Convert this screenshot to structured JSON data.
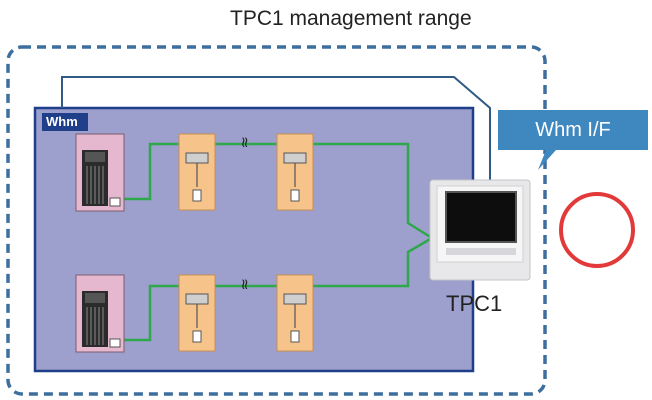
{
  "diagram": {
    "range_title": "TPC1 management range",
    "whm_label": "Whm",
    "whm_if_label": "Whm I/F",
    "tpc_label": "TPC1",
    "wave_symbol": "≈"
  },
  "colors": {
    "dashed_border": "#3d6f9e",
    "whm_fill": "#9d9fcc",
    "whm_border": "#1f3f8a",
    "indoor_unit_fill": "#f6c48a",
    "green_line": "#2ea84a",
    "callout": "#3f87bf",
    "red_circle": "#e23a3a"
  }
}
